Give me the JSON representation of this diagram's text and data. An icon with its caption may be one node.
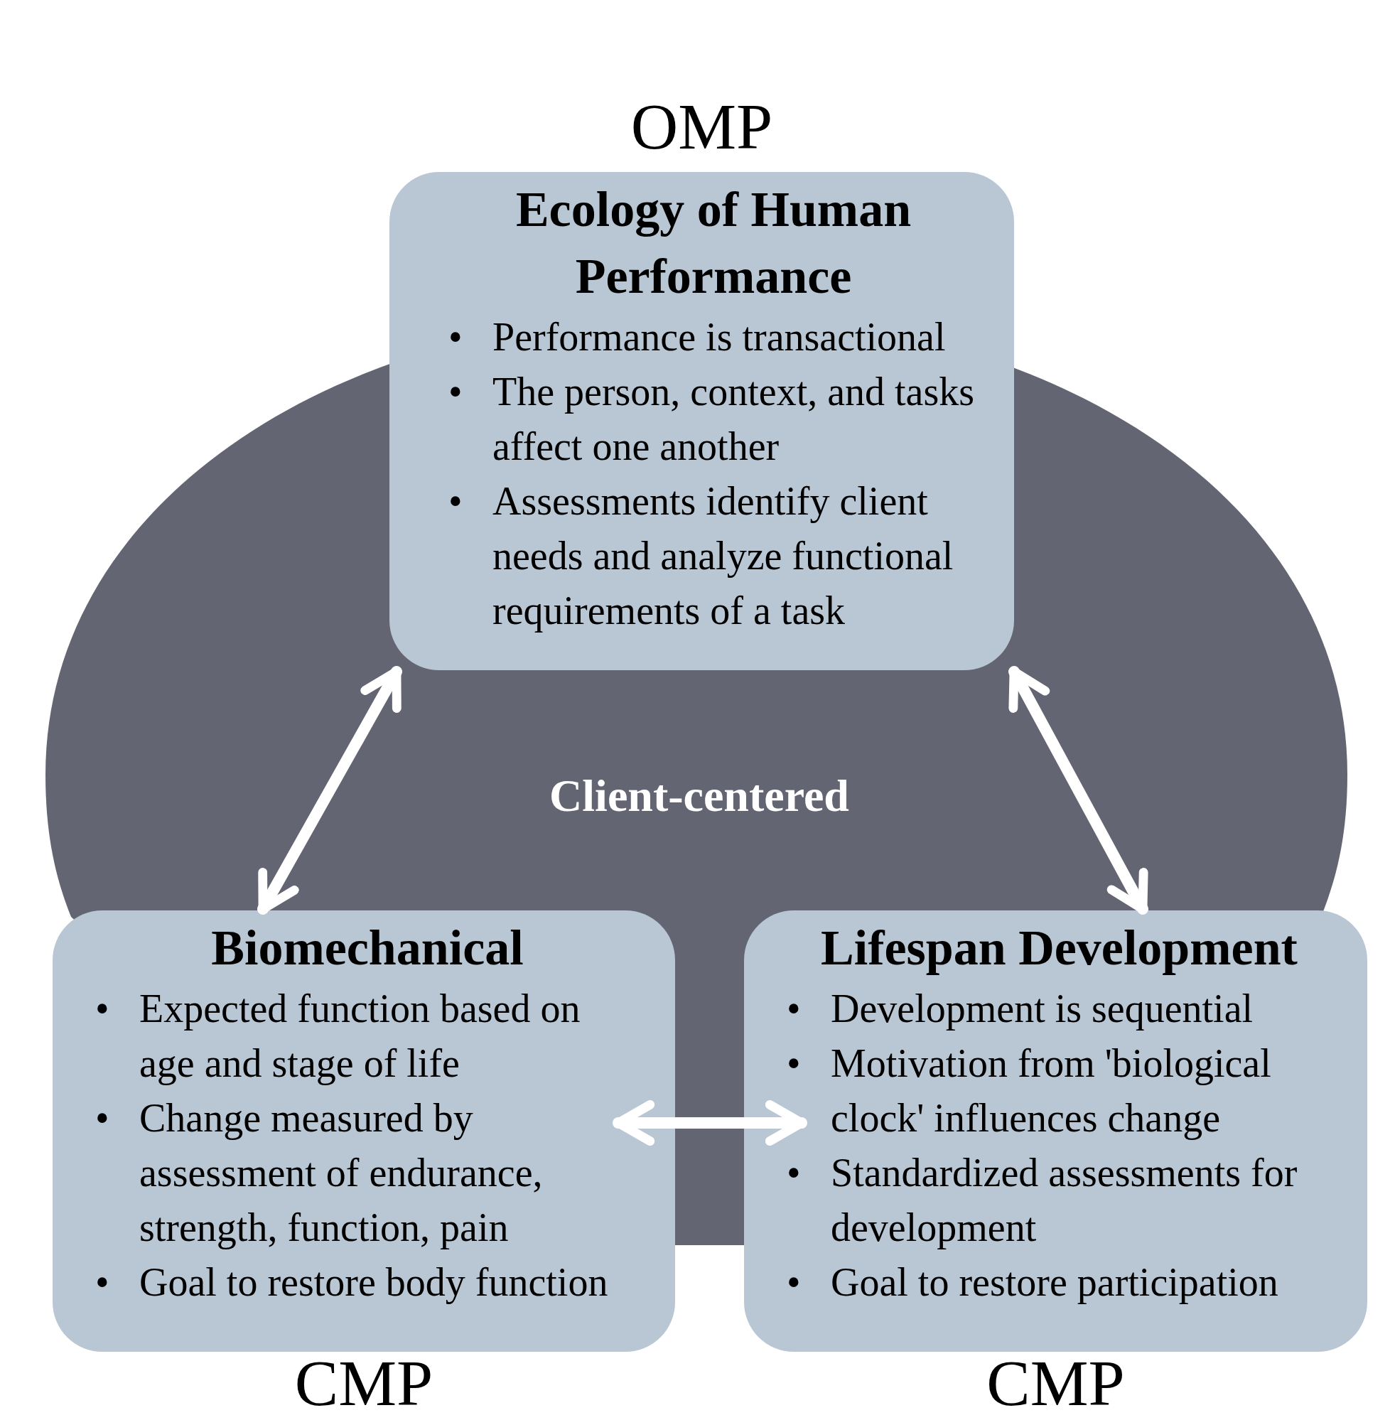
{
  "diagram": {
    "nodes": [
      {
        "text": [
          "OMP",
          "Ecology of Human Performance",
          "• Performance is transactional",
          "• The person, context, and tasks affect one another",
          "• Assessments identify client needs and analyze functional requirements of a task"
        ]
      },
      {
        "text": [
          "Client-centered"
        ]
      },
      {
        "text": [
          "Biomechanical",
          "• Expected function based on age and stage of life",
          "• Change measured by assessment of endurance, strength, function, pain",
          "• Goal to restore body function",
          "CMP"
        ]
      },
      {
        "text": [
          "Lifespan Development",
          "• Development is sequential",
          "• Motivation from 'biological clock' influences change",
          "• Standardized assessments for development",
          "• Goal to restore participation",
          "CMP"
        ]
      }
    ],
    "edges": [
      {
        "from": 0,
        "to": 2,
        "arrow": "both"
      },
      {
        "from": 0,
        "to": 3,
        "arrow": "both"
      },
      {
        "from": 2,
        "to": 3,
        "arrow": "both"
      }
    ]
  }
}
